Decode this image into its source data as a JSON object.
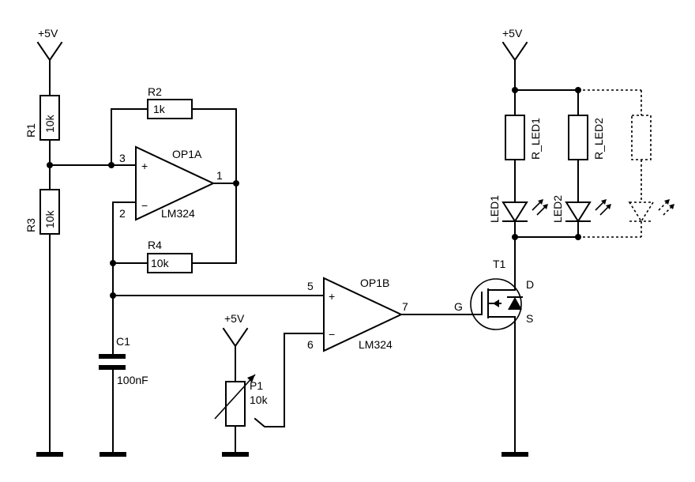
{
  "supplies": {
    "left": "+5V",
    "right": "+5V",
    "pot": "+5V"
  },
  "resistors": {
    "r1": {
      "name": "R1",
      "value": "10k"
    },
    "r2": {
      "name": "R2",
      "value": "1k"
    },
    "r3": {
      "name": "R3",
      "value": "10k"
    },
    "r4": {
      "name": "R4",
      "value": "10k"
    },
    "r_led1": {
      "name": "R_LED1"
    },
    "r_led2": {
      "name": "R_LED2"
    }
  },
  "opamps": {
    "op1a": {
      "name": "OP1A",
      "part": "LM324",
      "pin_plus": "3",
      "pin_minus": "2",
      "pin_out": "1",
      "sign_plus": "+",
      "sign_minus": "−"
    },
    "op1b": {
      "name": "OP1B",
      "part": "LM324",
      "pin_plus": "5",
      "pin_minus": "6",
      "pin_out": "7",
      "sign_plus": "+",
      "sign_minus": "−"
    }
  },
  "capacitor": {
    "name": "C1",
    "value": "100nF"
  },
  "potentiometer": {
    "name": "P1",
    "value": "10k"
  },
  "leds": {
    "led1": "LED1",
    "led2": "LED2"
  },
  "transistor": {
    "name": "T1",
    "gate": "G",
    "drain": "D",
    "source": "S"
  }
}
